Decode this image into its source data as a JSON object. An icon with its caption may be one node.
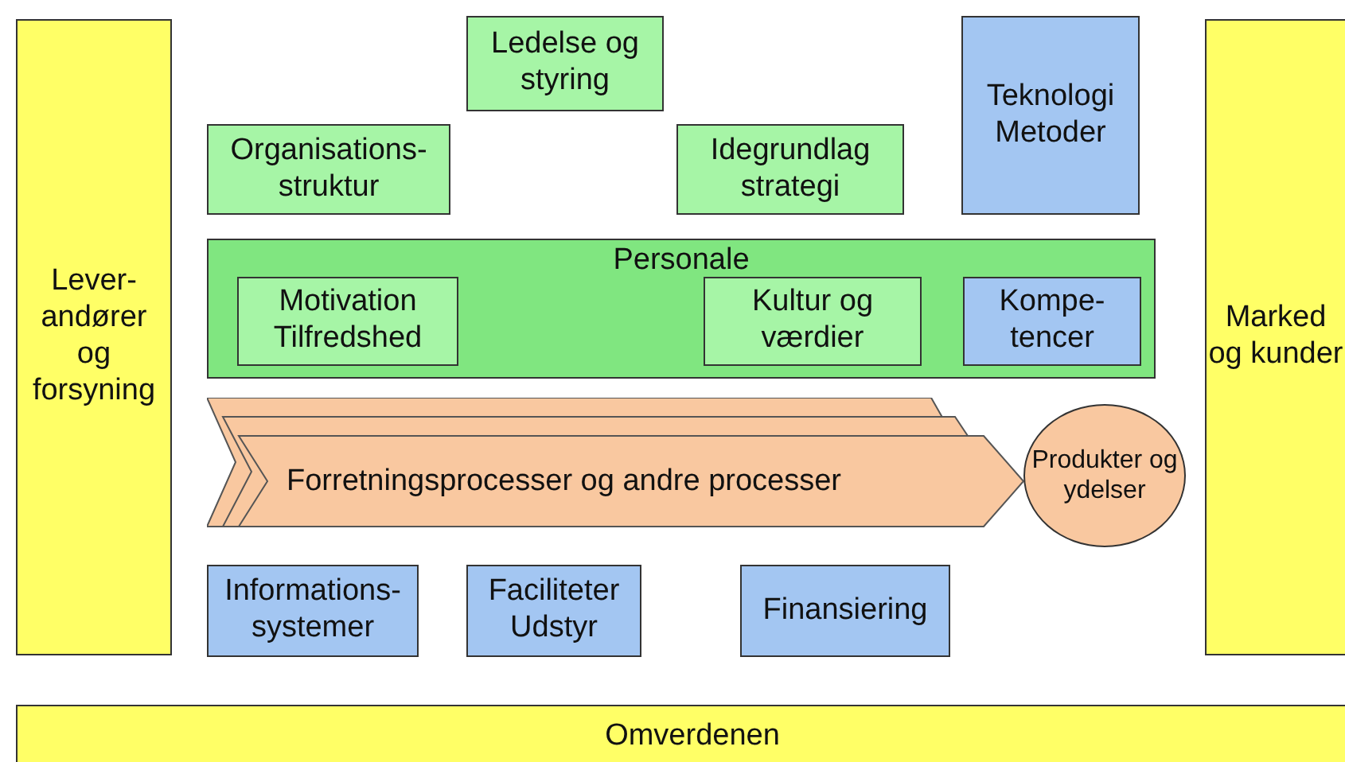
{
  "diagram": {
    "nodes": [
      {
        "text": [
          "Lever- andører og forsyning"
        ]
      },
      {
        "text": [
          "Ledelse og styring"
        ]
      },
      {
        "text": [
          "Teknologi Metoder"
        ]
      },
      {
        "text": [
          "Marked og kunder"
        ]
      },
      {
        "text": [
          "Organisations- struktur"
        ]
      },
      {
        "text": [
          "Idegrundlag strategi"
        ]
      },
      {
        "text": [
          "Personale"
        ]
      },
      {
        "text": [
          "Motivation Tilfredshed"
        ],
        "in": 6
      },
      {
        "text": [
          "Kultur og værdier"
        ],
        "in": 6
      },
      {
        "text": [
          "Kompe- tencer"
        ],
        "in": 6
      },
      {
        "text": [
          "Forretningsprocesser og andre processer"
        ]
      },
      {
        "text": [
          "Produkter og ydelser"
        ]
      },
      {
        "text": [
          "Informations- systemer"
        ]
      },
      {
        "text": [
          "Faciliteter Udstyr"
        ]
      },
      {
        "text": [
          "Finansiering"
        ]
      },
      {
        "text": [
          "Omverdenen"
        ]
      }
    ],
    "edges": []
  }
}
